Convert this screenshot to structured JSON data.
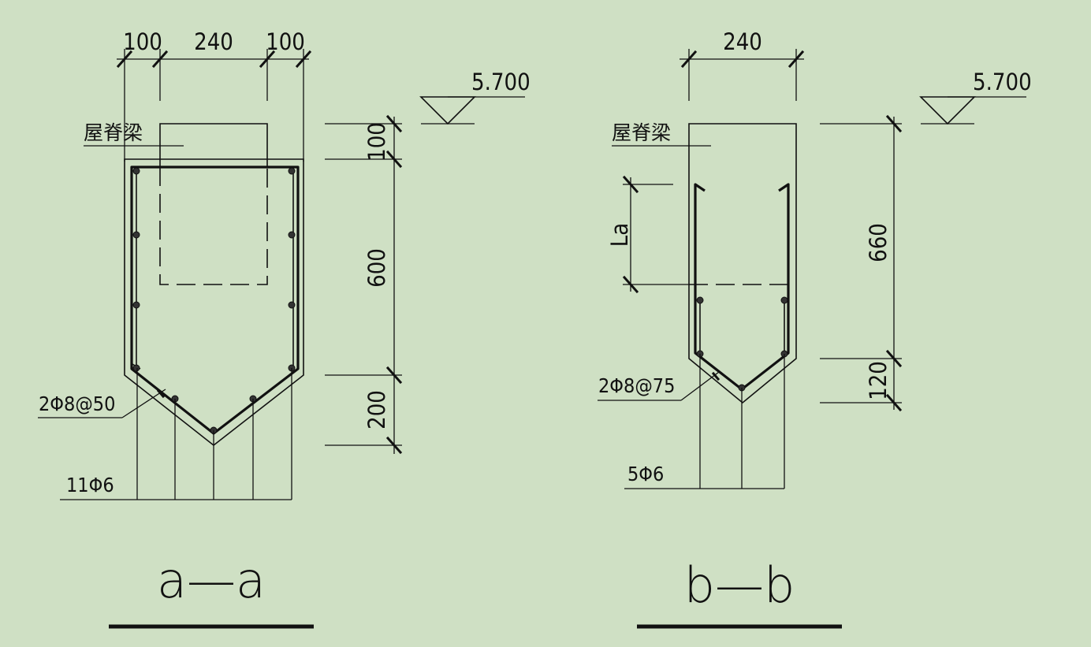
{
  "section_a": {
    "title": "a—a",
    "dim_top": [
      "100",
      "240",
      "100"
    ],
    "dim_right": [
      "100",
      "600",
      "200"
    ],
    "elevation": "5.700",
    "beam_label": "屋脊梁",
    "stirrup_label": "2Φ8@50",
    "rebar_label": "11Φ6"
  },
  "section_b": {
    "title": "b—b",
    "dim_top": [
      "240"
    ],
    "dim_right": [
      "660",
      "120"
    ],
    "dim_left": [
      "La"
    ],
    "elevation": "5.700",
    "beam_label": "屋脊梁",
    "stirrup_label": "2Φ8@75",
    "rebar_label": "5Φ6"
  }
}
